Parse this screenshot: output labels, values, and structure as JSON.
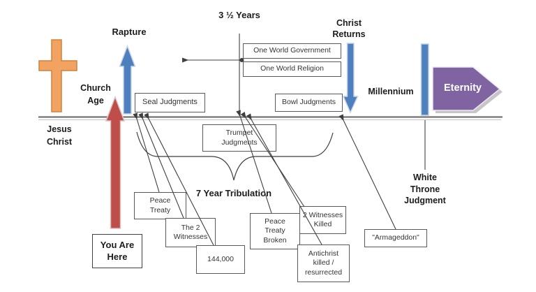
{
  "colors": {
    "cross": "#F2A361",
    "cross_border": "#D0823B",
    "rapture_arrow": "#4E7FBE",
    "red_arrow": "#BF4E4B",
    "christ_arrow": "#4E7FBE",
    "millennium_bar": "#4E81BD",
    "eternity_arrow": "#8064A2",
    "line": "#3F3F3F",
    "timeline": "#737373"
  },
  "labels": {
    "rapture": "Rapture",
    "church_age": "Church\nAge",
    "jesus_christ": "Jesus\nChrist",
    "three_half_years": "3 ½ Years",
    "christ_returns": "Christ\nReturns",
    "millennium": "Millennium",
    "eternity": "Eternity",
    "white_throne": "White\nThrone\nJudgment",
    "tribulation": "7 Year Tribulation"
  },
  "boxes": {
    "seal_judgments": "Seal Judgments",
    "one_world_government": "One World Government",
    "one_world_religion": "One World Religion",
    "bowl_judgments": "Bowl Judgments",
    "trumpet_judgments": "Trumpet\nJudgments",
    "peace_treaty": "Peace\nTreaty",
    "the_2_witnesses": "The 2\nWitnesses",
    "num_144000": "144,000",
    "peace_treaty_broken": "Peace\nTreaty\nBroken",
    "two_witnesses_killed": "2 Witnesses\nKilled",
    "antichrist": "Antichrist\nkilled /\nresurrected",
    "armageddon": "\"Armageddon\"",
    "you_are_here": "You Are\nHere"
  }
}
